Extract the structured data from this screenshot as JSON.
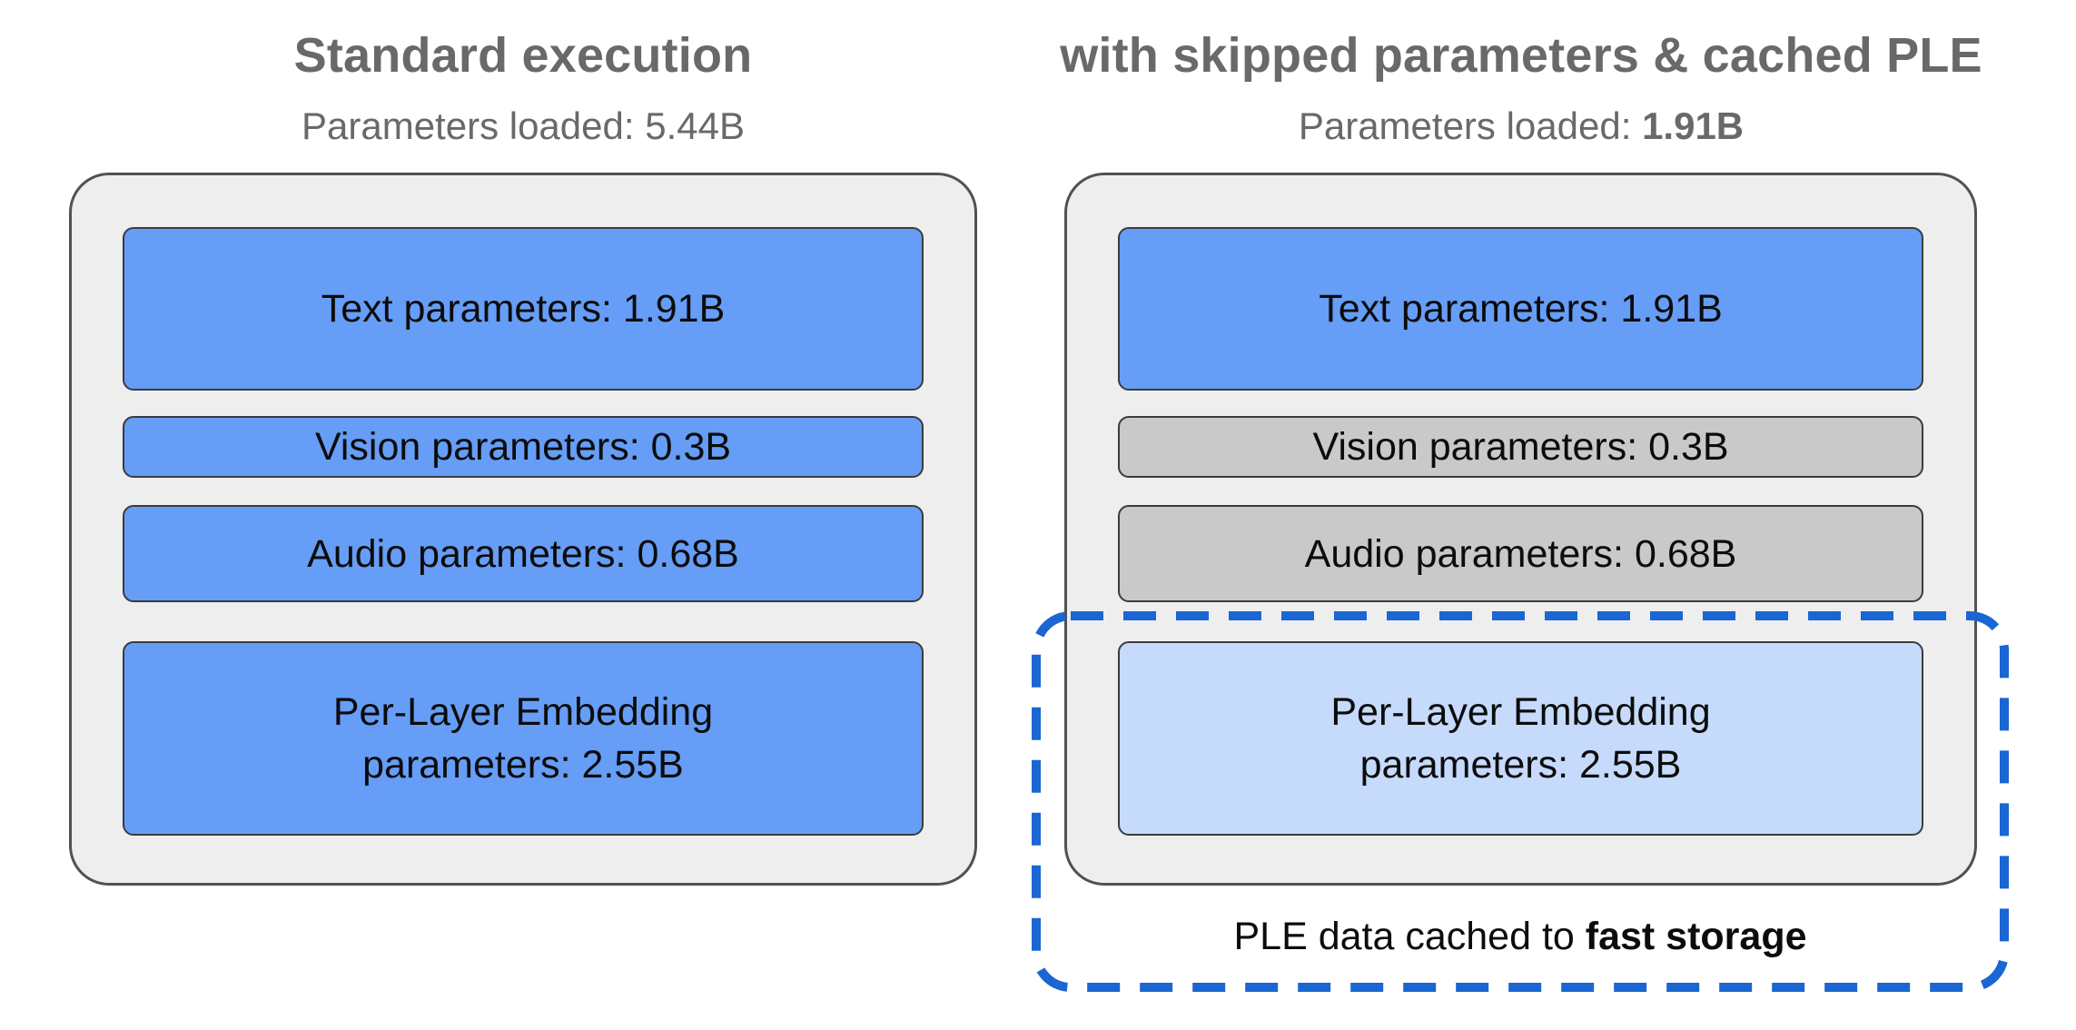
{
  "colors": {
    "page_bg": "#ffffff",
    "panel_bg": "#eeeeee",
    "panel_border": "#515154",
    "box_border": "#3b3b3e",
    "blue_box": "#669df6",
    "gray_box": "#c9c9c9",
    "light_blue_box": "#c6dafc",
    "dashed_blue": "#1a66d2",
    "heading_gray": "#696969",
    "box_text": "#0c0c0c"
  },
  "left": {
    "title": "Standard execution",
    "params_loaded_label": "Parameters loaded: ",
    "params_loaded_value": "5.44B",
    "boxes": [
      {
        "label": "Text parameters: 1.91B"
      },
      {
        "label": "Vision parameters: 0.3B"
      },
      {
        "label": "Audio parameters: 0.68B"
      },
      {
        "label": "Per-Layer Embedding\nparameters: 2.55B"
      }
    ]
  },
  "right": {
    "title": "with skipped parameters & cached PLE",
    "params_loaded_label": "Parameters loaded: ",
    "params_loaded_value": "1.91B",
    "boxes": [
      {
        "label": "Text parameters: 1.91B"
      },
      {
        "label": "Vision parameters: 0.3B"
      },
      {
        "label": "Audio parameters: 0.68B"
      },
      {
        "label": "Per-Layer Embedding\nparameters: 2.55B"
      }
    ],
    "cache_note": {
      "prefix": "PLE data cached to ",
      "emphasis": "fast storage"
    }
  }
}
